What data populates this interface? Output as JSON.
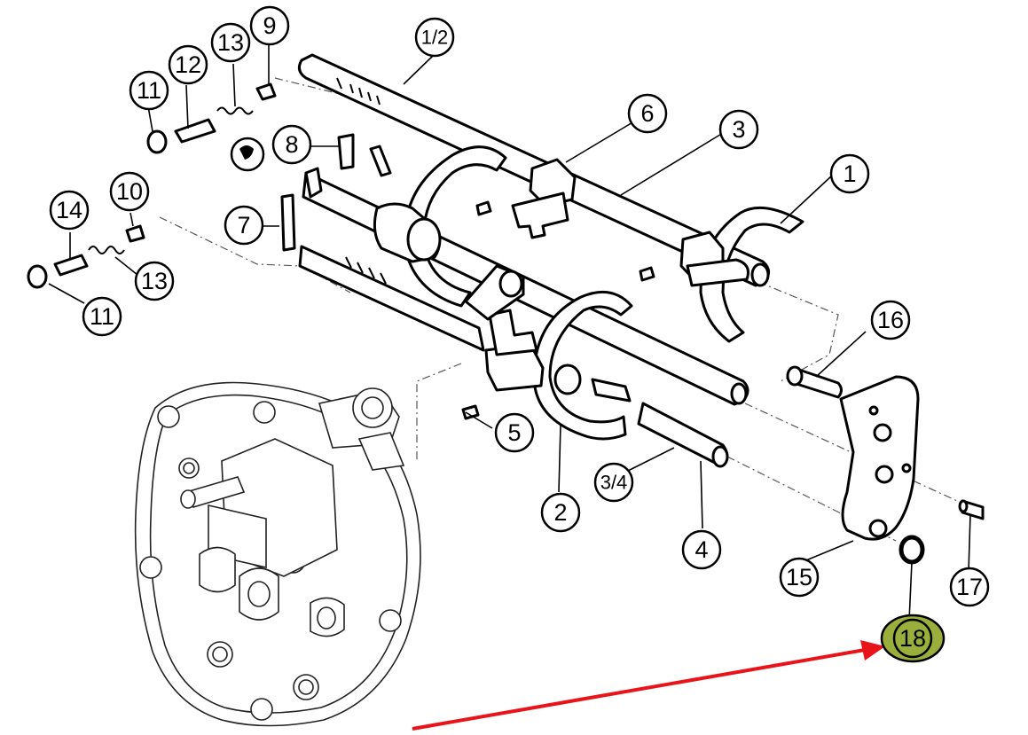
{
  "diagram": {
    "callouts": {
      "c1_2": "1/2",
      "c3_4": "3/4",
      "c1": "1",
      "c2": "2",
      "c3": "3",
      "c4": "4",
      "c5": "5",
      "c6": "6",
      "c7": "7",
      "c8": "8",
      "c9": "9",
      "c10": "10",
      "c11a": "11",
      "c11b": "11",
      "c12": "12",
      "c13a": "13",
      "c13b": "13",
      "c14": "14",
      "c15": "15",
      "c16": "16",
      "c17": "17",
      "c18": "18"
    },
    "highlight_color": "#9aae3c",
    "arrow_color": "#e8141a",
    "highlighted_part": "18"
  }
}
